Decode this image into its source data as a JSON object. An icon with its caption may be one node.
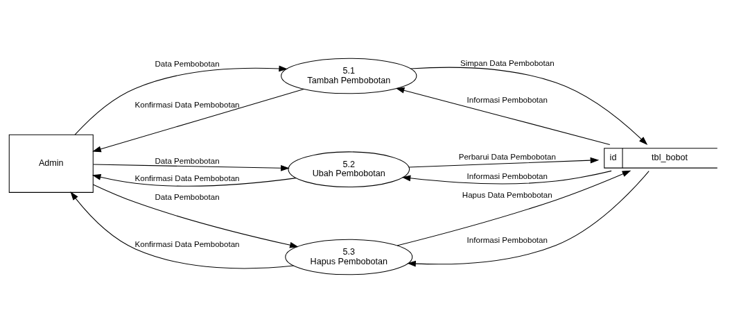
{
  "diagram": {
    "nodes": [
      {
        "text": [
          "Admin"
        ]
      },
      {
        "text": [
          "5.1",
          "Tambah Pembobotan"
        ]
      },
      {
        "text": [
          "5.2",
          "Ubah Pembobotan"
        ]
      },
      {
        "text": [
          "5.3",
          "Hapus Pembobotan"
        ]
      },
      {
        "text": [
          "id",
          "tbl_bobot"
        ]
      }
    ],
    "edges": [
      {
        "from": 0,
        "to": 1,
        "arrow": "to",
        "label": "Data Pembobotan"
      },
      {
        "from": 1,
        "to": 0,
        "arrow": "to",
        "label": "Konfirmasi Data Pembobotan"
      },
      {
        "from": 1,
        "to": 4,
        "arrow": "to",
        "label": "Simpan Data Pembobotan"
      },
      {
        "from": 4,
        "to": 1,
        "arrow": "to",
        "label": "Informasi Pembobotan"
      },
      {
        "from": 0,
        "to": 2,
        "arrow": "to",
        "label": "Data Pembobotan"
      },
      {
        "from": 2,
        "to": 0,
        "arrow": "to",
        "label": "Konfirmasi Data Pembobotan"
      },
      {
        "from": 2,
        "to": 4,
        "arrow": "to",
        "label": "Perbarui Data Pembobotan"
      },
      {
        "from": 4,
        "to": 2,
        "arrow": "to",
        "label": "Informasi Pembobotan"
      },
      {
        "from": 0,
        "to": 3,
        "arrow": "to",
        "label": "Data Pembobotan"
      },
      {
        "from": 3,
        "to": 0,
        "arrow": "to",
        "label": "Konfirmasi Data Pembobotan"
      },
      {
        "from": 3,
        "to": 4,
        "arrow": "to",
        "label": "Hapus Data Pembobotan"
      },
      {
        "from": 4,
        "to": 3,
        "arrow": "to",
        "label": "Informasi Pembobotan"
      }
    ]
  }
}
